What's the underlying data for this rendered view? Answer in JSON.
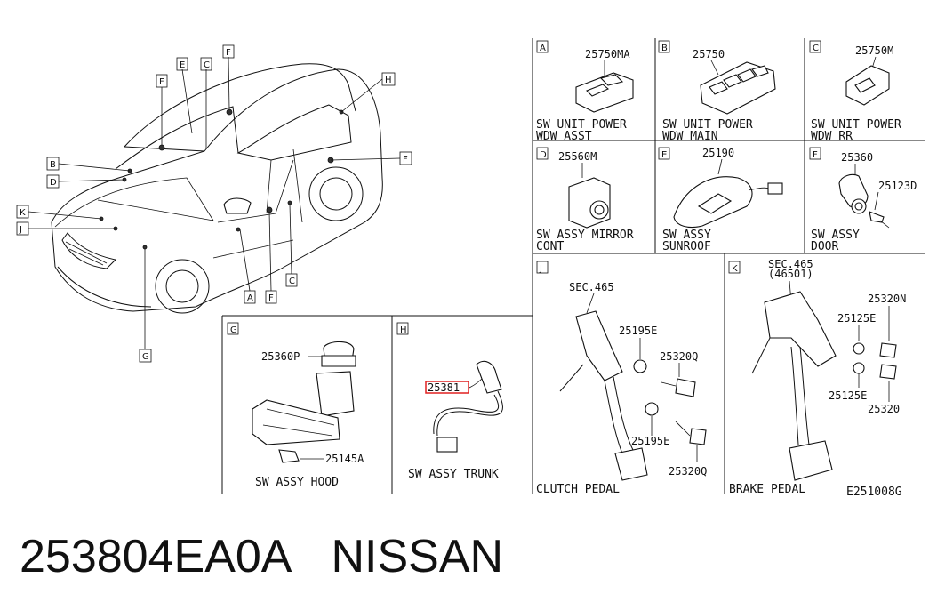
{
  "car_callouts": [
    "F",
    "E",
    "C",
    "F",
    "H",
    "B",
    "D",
    "F",
    "K",
    "J",
    "A",
    "F",
    "C",
    "G"
  ],
  "panels": {
    "A": {
      "letter": "A",
      "part": "25750MA",
      "caption1": "SW UNIT POWER",
      "caption2": "WDW ASST"
    },
    "B": {
      "letter": "B",
      "part": "25750",
      "caption1": "SW UNIT POWER",
      "caption2": "WDW MAIN"
    },
    "C": {
      "letter": "C",
      "part": "25750M",
      "caption1": "SW UNIT POWER",
      "caption2": "WDW RR"
    },
    "D": {
      "letter": "D",
      "part": "25560M",
      "caption1": "SW ASSY MIRROR",
      "caption2": "CONT"
    },
    "E": {
      "letter": "E",
      "part": "25190",
      "caption1": "SW ASSY",
      "caption2": "SUNROOF"
    },
    "F": {
      "letter": "F",
      "part": "25360",
      "part2": "25123D",
      "caption1": "SW ASSY",
      "caption2": "DOOR"
    },
    "G": {
      "letter": "G",
      "part": "25360P",
      "part2": "25145A",
      "caption": "SW ASSY HOOD"
    },
    "H": {
      "letter": "H",
      "part": "25381",
      "caption": "SW ASSY TRUNK"
    },
    "J": {
      "letter": "J",
      "sec": "SEC.465",
      "parts": [
        "25195E",
        "25320Q",
        "25195E",
        "25320Q"
      ],
      "caption": "CLUTCH PEDAL"
    },
    "K": {
      "letter": "K",
      "sec": "SEC.465",
      "sec_sub": "(46501)",
      "parts": [
        "25320N",
        "25125E",
        "25125E",
        "25320"
      ],
      "caption": "BRAKE PEDAL"
    }
  },
  "diagram_code": "E251008G",
  "footer": {
    "part_number": "253804EA0A",
    "brand": "NISSAN"
  },
  "highlight_color": "#e02020"
}
